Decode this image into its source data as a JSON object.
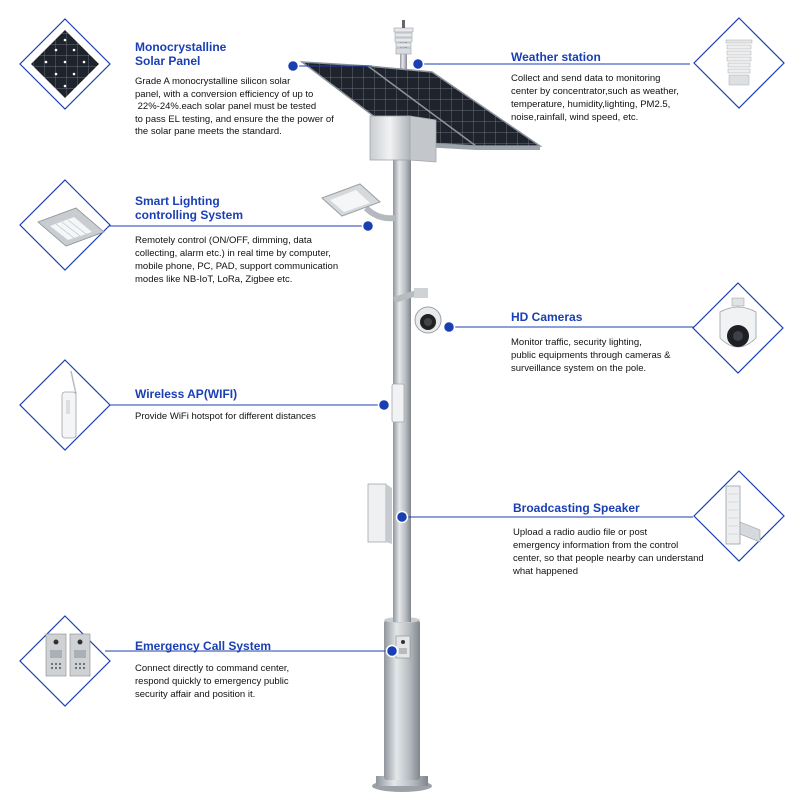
{
  "features": [
    {
      "id": "solar",
      "title_lines": [
        "Monocrystalline",
        "Solar Panel"
      ],
      "desc_lines": [
        "Grade A monocrystalline silicon solar",
        "panel, with a conversion efficiency of up to",
        " 22%-24%.each solar panel must be tested",
        "to pass EL testing, and ensure the the power of",
        "the solar pane meets the standard."
      ],
      "icon": "solar-panel-icon"
    },
    {
      "id": "weather",
      "title_lines": [
        "Weather station"
      ],
      "desc_lines": [
        "Collect and send data to monitoring",
        "center by concentrator,such as weather,",
        "temperature, humidity,lighting, PM2.5,",
        "noise,rainfall, wind speed, etc."
      ],
      "icon": "weather-station-icon"
    },
    {
      "id": "lighting",
      "title_lines": [
        "Smart Lighting",
        "controlling System"
      ],
      "desc_lines": [
        "Remotely control (ON/OFF, dimming, data",
        "collecting, alarm etc.) in real time by computer,",
        "mobile phone, PC, PAD, support communication",
        "modes like NB-IoT, LoRa, Zigbee etc."
      ],
      "icon": "street-lamp-icon"
    },
    {
      "id": "camera",
      "title_lines": [
        "HD Cameras"
      ],
      "desc_lines": [
        "Monitor traffic, security lighting,",
        "public equipments through cameras &",
        "surveillance system on the pole."
      ],
      "icon": "dome-camera-icon"
    },
    {
      "id": "wifi",
      "title_lines": [
        "Wireless AP(WIFI)"
      ],
      "desc_lines": [
        "Provide WiFi hotspot for different distances"
      ],
      "icon": "wifi-antenna-icon"
    },
    {
      "id": "speaker",
      "title_lines": [
        "Broadcasting Speaker"
      ],
      "desc_lines": [
        "Upload a radio audio file or post",
        "emergency information from the control",
        "center, so that people nearby can understand",
        "what happened"
      ],
      "icon": "column-speaker-icon"
    },
    {
      "id": "emergency",
      "title_lines": [
        "Emergency Call System"
      ],
      "desc_lines": [
        "Connect directly to command center,",
        "respond quickly to emergency public",
        "security affair and position it."
      ],
      "icon": "intercom-panel-icon"
    }
  ],
  "colors": {
    "accent": "#1a3fb3",
    "connector_dot": "#1a3fb3",
    "diamond_border": "#1a3fb3",
    "pole": "#b9bec4",
    "text": "#111111"
  }
}
